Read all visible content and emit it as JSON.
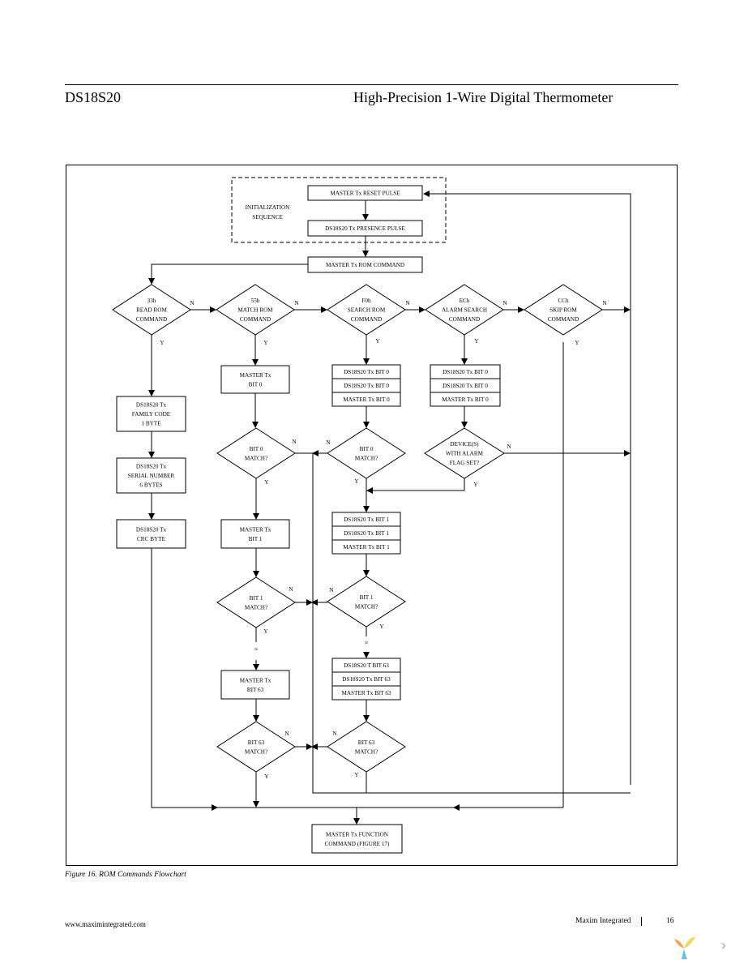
{
  "header": {
    "part_number": "DS18S20",
    "doc_title": "High-Precision 1-Wire Digital Thermometer"
  },
  "flowchart": {
    "init": {
      "group_label_1": "INITIALIZATION",
      "group_label_2": "SEQUENCE",
      "reset": "MASTER Tx RESET PULSE",
      "presence": "DS18S20 Tx PRESENCE PULSE",
      "rom_cmd": "MASTER Tx ROM COMMAND"
    },
    "decisions": {
      "read_rom": [
        "33h",
        "READ ROM",
        "COMMAND"
      ],
      "match_rom": [
        "55h",
        "MATCH ROM",
        "COMMAND"
      ],
      "search_rom": [
        "F0h",
        "SEARCH ROM",
        "COMMAND"
      ],
      "alarm_search": [
        "ECh",
        "ALARM SEARCH",
        "COMMAND"
      ],
      "skip_rom": [
        "CCh",
        "SKIP ROM",
        "COMMAND"
      ]
    },
    "yes": "Y",
    "no": "N",
    "read_rom_col": {
      "family": [
        "DS18S20 Tx",
        "FAMILY CODE",
        "1 BYTE"
      ],
      "serial": [
        "DS18S20 Tx",
        "SERIAL NUMBER",
        "6 BYTES"
      ],
      "crc": [
        "DS18S20 Tx",
        "CRC BYTE"
      ]
    },
    "match_col": {
      "tx_bit0": [
        "MASTER Tx",
        "BIT 0"
      ],
      "bit0_match": [
        "BIT 0",
        "MATCH?"
      ],
      "tx_bit1": [
        "MASTER Tx",
        "BIT 1"
      ],
      "bit1_match": [
        "BIT 1",
        "MATCH?"
      ],
      "tx_bit63": [
        "MASTER Tx",
        "BIT 63"
      ],
      "bit63_match": [
        "BIT 63",
        "MATCH?"
      ]
    },
    "search_col": {
      "bit0_rows": [
        "DS18S20 Tx BIT 0",
        "DS18S20 Tx BIT 0",
        "MASTER Tx BIT 0"
      ],
      "bit0_match": [
        "BIT 0",
        "MATCH?"
      ],
      "bit1_rows": [
        "DS18S20 Tx BIT 1",
        "DS18S20 Tx BIT 1",
        "MASTER Tx BIT 1"
      ],
      "bit1_match": [
        "BIT 1",
        "MATCH?"
      ],
      "bit63_rows": [
        "DS18S20 T BIT 63",
        "DS18S20 Tx BIT 63",
        "MASTER Tx BIT 63"
      ],
      "bit63_match": [
        "BIT 63",
        "MATCH?"
      ]
    },
    "alarm_col": {
      "bit0_rows": [
        "DS18S20 Tx BIT 0",
        "DS18S20 Tx BIT 0",
        "MASTER Tx BIT 0"
      ],
      "flag": [
        "DEVICE(S)",
        "WITH ALARM",
        "FLAG SET?"
      ]
    },
    "function_cmd": [
      "MASTER Tx FUNCTION",
      "COMMAND (FIGURE 17)"
    ],
    "break_mark": "≈"
  },
  "caption": "Figure 16. ROM Commands Flowchart",
  "footer": {
    "url": "www.maximintegrated.com",
    "company": "Maxim Integrated",
    "page": "16"
  },
  "colors": {
    "logo_orange": "#f2a33a",
    "logo_yellow": "#f6d94a",
    "logo_blue": "#5bc4ea",
    "viewer_gray": "#aaaaaa"
  },
  "icons": {
    "viewer_logo": "viewer-logo-icon",
    "next_page": "chevron-right-icon"
  }
}
